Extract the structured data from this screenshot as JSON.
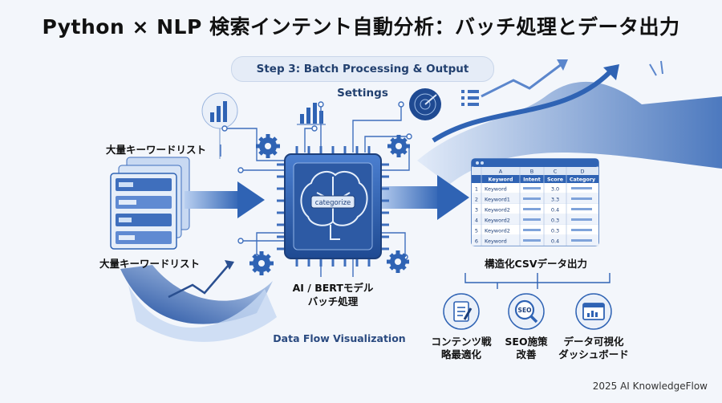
{
  "title": "Python × NLP 検索インテント自動分析：バッチ処理とデータ出力",
  "step_label": "Step 3: Batch Processing & Output Settings",
  "input": {
    "label_top": "大量キーワードリスト",
    "label_bottom": "大量キーワードリスト"
  },
  "processor": {
    "chip_text": "categorize",
    "label_line1": "AI / BERTモデル",
    "label_line2": "バッチ処理"
  },
  "flow_label": "Data Flow Visualization",
  "output": {
    "label": "構造化CSVデータ出力",
    "table": {
      "columns": [
        "A",
        "B",
        "C",
        "D"
      ],
      "headers": [
        "Keyword",
        "Intent",
        "Score",
        "Category"
      ],
      "rows": [
        {
          "n": "1",
          "keyword": "Keyword",
          "score": "3.0"
        },
        {
          "n": "2",
          "keyword": "Keyword1",
          "score": "3.3"
        },
        {
          "n": "3",
          "keyword": "Keyword2",
          "score": "0.4"
        },
        {
          "n": "4",
          "keyword": "Keyword2",
          "score": "0.3"
        },
        {
          "n": "5",
          "keyword": "Keyword2",
          "score": "0.3"
        },
        {
          "n": "6",
          "keyword": "Keyword",
          "score": "0.4"
        }
      ]
    }
  },
  "outcomes": [
    {
      "line1": "コンテンツ戦",
      "line2": "略最適化",
      "icon": "document-icon"
    },
    {
      "line1": "SEO施策",
      "line2": "改善",
      "icon": "seo-magnifier-icon",
      "badge": "SEO"
    },
    {
      "line1": "データ可視化",
      "line2": "ダッシュボード",
      "icon": "dashboard-icon"
    }
  ],
  "footer": "2025 AI KnowledgeFlow",
  "colors": {
    "primary": "#2f63b4",
    "light": "#9fbde6",
    "dark": "#1d3f7a",
    "bg": "#f3f6fb"
  }
}
